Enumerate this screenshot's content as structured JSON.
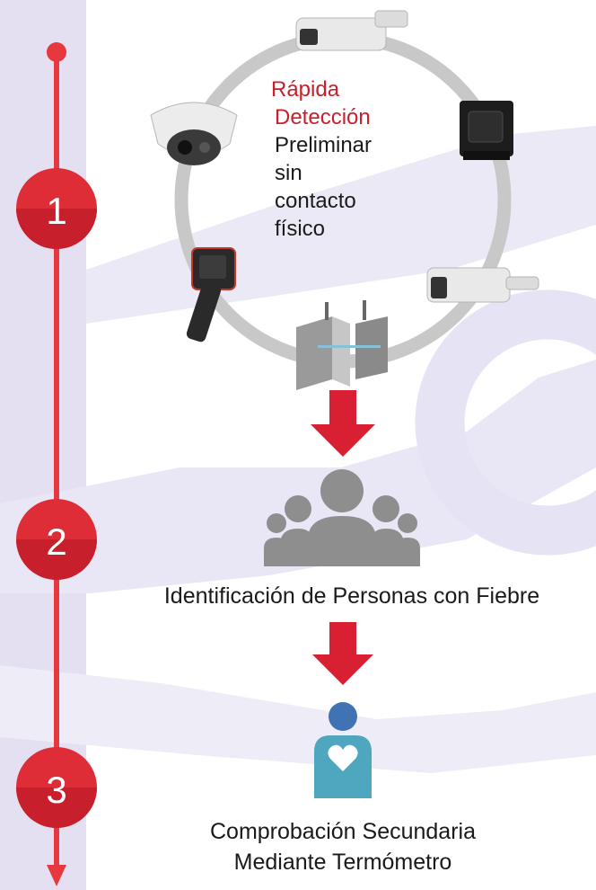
{
  "timeline": {
    "steps": [
      {
        "number": "1"
      },
      {
        "number": "2"
      },
      {
        "number": "3"
      }
    ]
  },
  "cycle": {
    "title_lines": [
      "Rápida",
      "Detección"
    ],
    "body_lines": [
      "Preliminar",
      "sin",
      "contacto",
      "físico"
    ],
    "devices": [
      "bullet-camera",
      "box-camera",
      "bullet-camera-side",
      "turnstile-gate",
      "handheld-thermal-camera",
      "dome-thermal-camera"
    ]
  },
  "identification": {
    "label": "Identificación de Personas con Fiebre"
  },
  "secondary_check": {
    "line1": "Comprobación Secundaria",
    "line2": "Mediante Termómetro"
  },
  "colors": {
    "timeline_red": "#e8383f",
    "circle_red": "#df2d38",
    "arrow_red": "#d91f32",
    "cycle_ring": "#c8c8c8",
    "group_icon": "#8e8e8e",
    "person_icon": "#4fa7bf",
    "background_band": "#e4e0f2"
  }
}
